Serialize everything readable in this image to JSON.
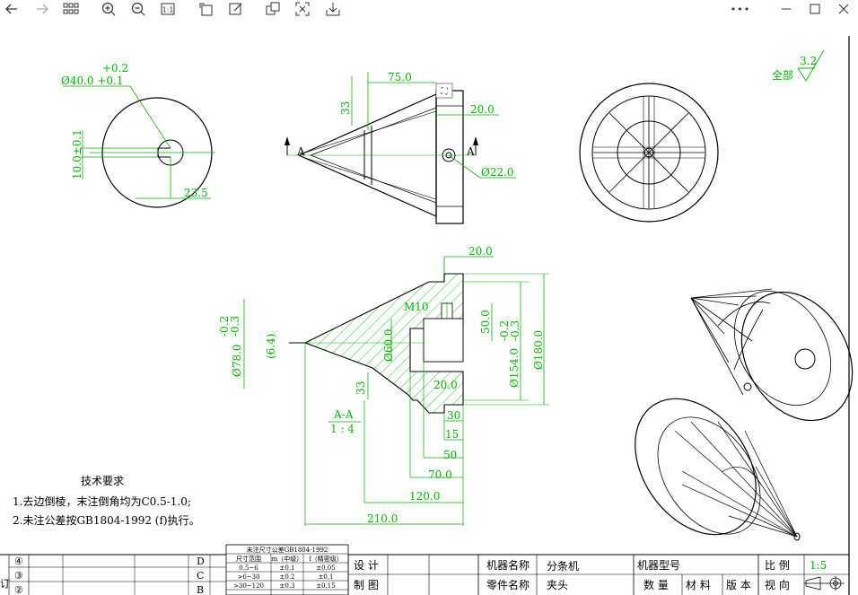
{
  "toolbar": {
    "more_label": "•••",
    "icons": [
      "back-arrow-icon",
      "forward-arrow-icon",
      "grid-view-icon",
      "zoom-in-icon",
      "zoom-out-icon",
      "actual-size-icon",
      "rotate-icon",
      "edit-icon",
      "copy-icon",
      "fullscreen-icon",
      "save-icon",
      "minimize-icon",
      "maximize-icon",
      "close-icon"
    ]
  },
  "drawing": {
    "dims_front": {
      "tol_top": "+0.2",
      "dia_40": "Ø40.0 +0.1",
      "width_10": "10.0±0.1",
      "r_235": "23.5"
    },
    "dims_side": {
      "len_75": "75.0",
      "h_33": "33",
      "w_20": "20.0",
      "dia_22": "Ø22.0",
      "section_letter_left": "A",
      "section_letter_right": "A"
    },
    "roughness": {
      "prefix": "全部",
      "value": "3.2"
    },
    "dims_section": {
      "top_20": "20.0",
      "m10": "M10",
      "dia_60": "Ø60.0",
      "dia_78": "Ø78.0",
      "tol_78a": "-0.2",
      "tol_78b": "-0.3",
      "small_64": "(6.4)",
      "h_33b": "33",
      "w_20b": "20.0",
      "v_50": "50.0",
      "tol_154a": "-0.2",
      "tol_154b": "-0.3",
      "dia_154": "Ø154.0",
      "dia_180": "Ø180.0",
      "d_30": "30",
      "d_15": "15",
      "d_50": "50",
      "d_70": "70.0",
      "d_120": "120.0",
      "d_210": "210.0"
    },
    "section_label": {
      "name": "A-A",
      "scale": "1 : 4"
    },
    "notes": {
      "title": "技术要求",
      "line1": "1.去边倒棱，末注倒角均为C0.5-1.0;",
      "line2": "2.未注公差按GB1804-1992 (f)执行。"
    }
  },
  "title_block": {
    "tol_table": {
      "title": "未注尺寸公差GB1804-1992",
      "headers": [
        "尺寸范围",
        "m（中级）",
        "f（精密级）"
      ],
      "rows": [
        [
          "0.5~6",
          "±0.1",
          "±0.05"
        ],
        [
          ">6~30",
          "±0.2",
          "±0.1"
        ],
        [
          ">30~120",
          "±0.3",
          "±0.15"
        ]
      ]
    },
    "rev_numbers": [
      "④",
      "③",
      "②"
    ],
    "rev_letters": [
      "D",
      "C",
      "B"
    ],
    "side_char": "订",
    "design_label": "设 计",
    "draft_label": "制 图",
    "machine_name_label": "机器名称",
    "machine_name": "分条机",
    "part_name_label": "零件名称",
    "part_name": "夹头",
    "machine_model_label": "机器型号",
    "qty_label": "数  量",
    "material_label": "材  料",
    "version_label": "版 本",
    "scale_label": "比  例",
    "scale_value": "1:5",
    "view_label": "视  向"
  }
}
